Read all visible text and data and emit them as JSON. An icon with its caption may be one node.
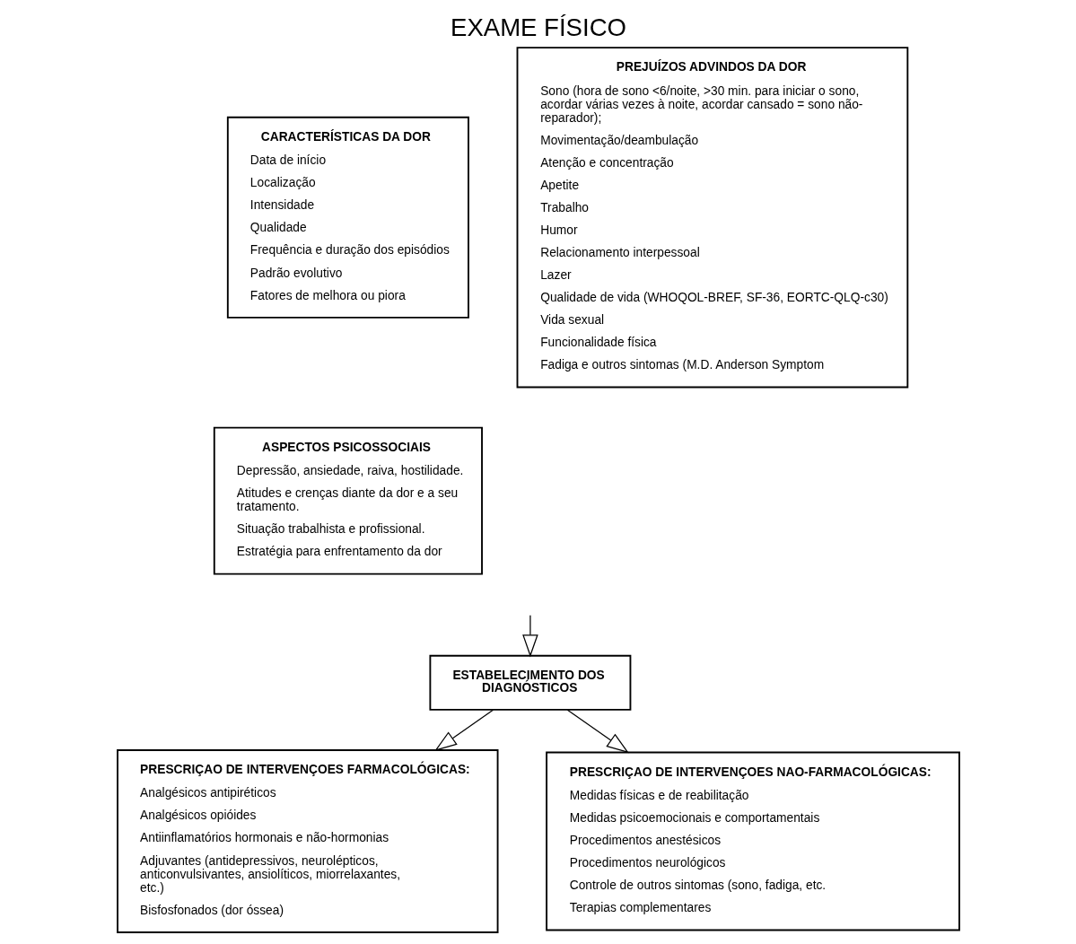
{
  "diagram": {
    "title": "EXAME FÍSICO",
    "nodes": [
      {
        "text": [
          "CARACTERÍSTICAS DA DOR",
          "Data de início",
          "Localização",
          "Intensidade",
          "Qualidade",
          "Frequência e duração dos episódios",
          "Padrão evolutivo",
          "Fatores de melhora ou piora"
        ]
      },
      {
        "text": [
          "PREJUÍZOS ADVINDOS DA DOR",
          "Sono (hora de sono <6/noite, >30 min. para iniciar o sono, acordar várias vezes à noite, acordar cansado = sono não-reparador);",
          "Movimentação/deambulação",
          "Atenção e concentração",
          "Apetite",
          "Trabalho",
          "Humor",
          "Relacionamento interpessoal",
          "Lazer",
          "Qualidade de vida (WHOQOL-BREF, SF-36, EORTC-QLQ-c30)",
          "Vida sexual",
          "Funcionalidade física",
          "Fadiga e outros sintomas (M.D. Anderson Symptom"
        ]
      },
      {
        "text": [
          "ASPECTOS PSICOSSOCIAIS",
          "Depressão, ansiedade, raiva, hostilidade.",
          "Atitudes e crenças diante da dor e a seu tratamento.",
          "Situação trabalhista e profissional.",
          "Estratégia para enfrentamento da dor"
        ]
      },
      {
        "text": [
          "ESTABELECIMENTO DOS DIAGNÓSTICOS"
        ]
      },
      {
        "text": [
          "PRESCRIÇAO DE INTERVENÇOES FARMACOLÓGICAS:",
          "Analgésicos antipiréticos",
          "Analgésicos opióides",
          "Antiinflamatórios hormonais e não-hormonias",
          "Adjuvantes (antidepressivos, neurolépticos, anticonvulsivantes, ansiolíticos, miorrelaxantes, etc.)",
          "Bisfosfonados (dor óssea)"
        ]
      },
      {
        "text": [
          "PRESCRIÇAO DE INTERVENÇOES NAO-FARMACOLÓGICAS:",
          "Medidas físicas e de reabilitação",
          "Medidas psicoemocionais e comportamentais",
          "Procedimentos anestésicos",
          "Procedimentos neurológicos",
          "Controle de outros sintomas (sono, fadiga, etc.",
          "Terapias complementares"
        ]
      }
    ],
    "edges": [
      {
        "from": null,
        "to": 3,
        "arrow": "to"
      },
      {
        "from": 3,
        "to": 4,
        "arrow": "to"
      },
      {
        "from": 3,
        "to": 5,
        "arrow": "to"
      }
    ]
  }
}
